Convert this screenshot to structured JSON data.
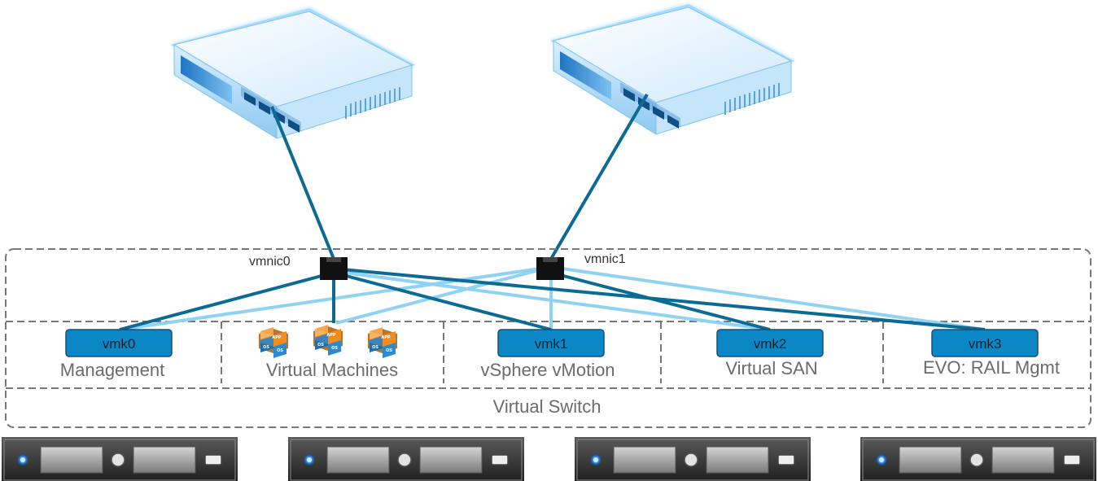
{
  "vswitch": {
    "label": "Virtual Switch"
  },
  "uplinks": [
    {
      "id": "vmnic0",
      "label": "vmnic0"
    },
    {
      "id": "vmnic1",
      "label": "vmnic1"
    }
  ],
  "portgroups": [
    {
      "vmk": "vmk0",
      "label": "Management"
    },
    {
      "vmk": "",
      "label": "Virtual Machines"
    },
    {
      "vmk": "vmk1",
      "label": "vSphere vMotion"
    },
    {
      "vmk": "vmk2",
      "label": "Virtual SAN"
    },
    {
      "vmk": "vmk3",
      "label": "EVO: RAIL Mgmt"
    }
  ],
  "vm_icon": {
    "app": "APP",
    "os": "OS"
  },
  "colors": {
    "active_link": "#0c6b94",
    "standby_link": "#8fd2f2",
    "vmk_fill": "#0b87c5",
    "vm_orange": "#f28c1e",
    "vm_blue": "#1d6fae"
  },
  "icons": {
    "switch": "network-switch-icon",
    "server": "rack-server-icon",
    "nic": "nic-port-icon",
    "vm": "virtual-machine-icon"
  }
}
